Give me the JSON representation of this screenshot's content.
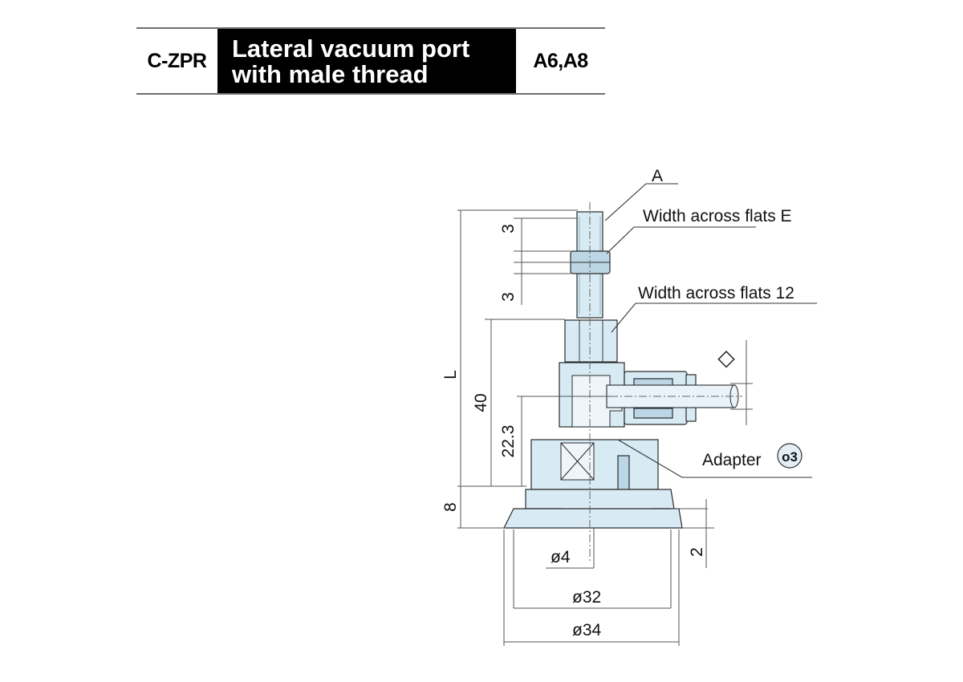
{
  "header": {
    "series": "C-ZPR",
    "title_line1": "Lateral vacuum port",
    "title_line2": "with male thread",
    "sizes": "A6,A8"
  },
  "drawing": {
    "labels": {
      "thread": "A",
      "flats_e": "Width across flats E",
      "flats_12": "Width across flats 12",
      "adapter": "Adapter",
      "adapter_badge": "o3",
      "port_symbol": "◇"
    },
    "dimensions": {
      "overall_length": "L",
      "upper_thread": "3",
      "lower_thread": "3",
      "height_40": "40",
      "height_22_3": "22.3",
      "height_8": "8",
      "height_2": "2",
      "dia_4": "ø4",
      "dia_32": "ø32",
      "dia_34": "ø34"
    }
  }
}
